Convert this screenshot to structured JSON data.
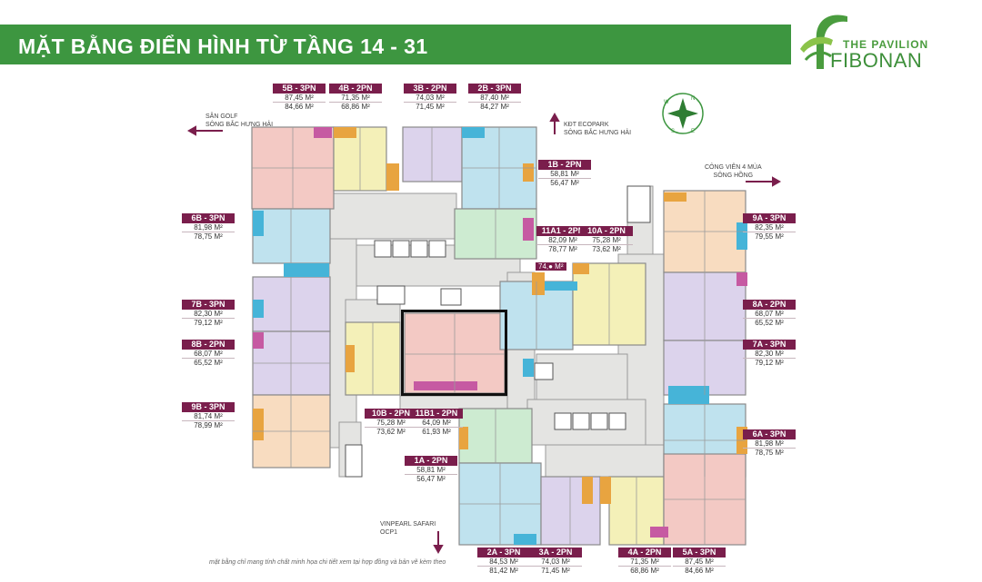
{
  "header": {
    "title": "MẶT BẰNG ĐIỂN HÌNH TỪ TẦNG 14 - 31"
  },
  "brand": {
    "top_line": "THE PAVILION",
    "name": "FIBONAN",
    "color": "#3d9640",
    "accent": "#7a1e4c"
  },
  "units": [
    {
      "id": "5B",
      "name": "5B - 3PN",
      "area1": "87,45 M²",
      "area2": "84,66 M²"
    },
    {
      "id": "4B",
      "name": "4B - 2PN",
      "area1": "71,35 M²",
      "area2": "68,86 M²"
    },
    {
      "id": "3B",
      "name": "3B - 2PN",
      "area1": "74,03 M²",
      "area2": "71,45 M²"
    },
    {
      "id": "2B",
      "name": "2B - 3PN",
      "area1": "87,40 M²",
      "area2": "84,27 M²"
    },
    {
      "id": "1B",
      "name": "1B - 2PN",
      "area1": "58,81 M²",
      "area2": "56,47 M²"
    },
    {
      "id": "6B",
      "name": "6B - 3PN",
      "area1": "81,98 M²",
      "area2": "78,75 M²"
    },
    {
      "id": "11A1",
      "name": "11A1 - 2PN",
      "area1": "82,09 M²",
      "area2": "78,77 M²"
    },
    {
      "id": "10A",
      "name": "10A - 2PN",
      "area1": "75,28 M²",
      "area2": "73,62 M²"
    },
    {
      "id": "9A",
      "name": "9A - 3PN",
      "area1": "82,35 M²",
      "area2": "79,55 M²"
    },
    {
      "id": "7B",
      "name": "7B - 3PN",
      "area1": "82,30 M²",
      "area2": "79,12 M²"
    },
    {
      "id": "8B",
      "name": "8B - 2PN",
      "area1": "68,07 M²",
      "area2": "65,52 M²"
    },
    {
      "id": "8A",
      "name": "8A - 2PN",
      "area1": "68,07 M²",
      "area2": "65,52 M²"
    },
    {
      "id": "7A",
      "name": "7A - 3PN",
      "area1": "82,30 M²",
      "area2": "79,12 M²"
    },
    {
      "id": "9B",
      "name": "9B - 3PN",
      "area1": "81,74 M²",
      "area2": "78,99 M²"
    },
    {
      "id": "10B",
      "name": "10B - 2PN",
      "area1": "75,28 M²",
      "area2": "73,62 M²"
    },
    {
      "id": "11B1",
      "name": "11B1 - 2PN",
      "area1": "64,09 M²",
      "area2": "61,93 M²"
    },
    {
      "id": "6A",
      "name": "6A - 3PN",
      "area1": "81,98 M²",
      "area2": "78,75 M²"
    },
    {
      "id": "1A",
      "name": "1A - 2PN",
      "area1": "58,81 M²",
      "area2": "56,47 M²"
    },
    {
      "id": "2A",
      "name": "2A - 3PN",
      "area1": "84,53 M²",
      "area2": "81,42 M²"
    },
    {
      "id": "3A",
      "name": "3A - 2PN",
      "area1": "74,03 M²",
      "area2": "71,45 M²"
    },
    {
      "id": "4A",
      "name": "4A - 2PN",
      "area1": "71,35 M²",
      "area2": "68,86 M²"
    },
    {
      "id": "5A",
      "name": "5A - 3PN",
      "area1": "87,45 M²",
      "area2": "84,66 M²"
    }
  ],
  "partial_label": "74,● M²",
  "directions": {
    "golf": "SÂN GOLF\nSÔNG BẮC HƯNG HẢI",
    "ecopark": "KĐT ECOPARK\nSÔNG BẮC HƯNG HẢI",
    "park": "CÔNG VIÊN 4 MÙA\nSÔNG HỒNG",
    "safari": "VINPEARL SAFARI\nOCP1"
  },
  "compass_letters": {
    "n": "N",
    "s": "S",
    "e": "E",
    "w": "W"
  },
  "footnote": "mặt bằng chỉ mang tính chất minh họa chi tiết xem tại hợp đồng và bản vẽ kèm theo",
  "colors": {
    "pink": "#f3c9c4",
    "yellow": "#f4f0b8",
    "lilac": "#dcd3ec",
    "cyan": "#bfe2ee",
    "mint": "#cdebd1",
    "peach": "#f8dcc0",
    "grey": "#e7e7e5",
    "wall": "#8a8a8a",
    "blue": "#46b4d8",
    "orange": "#e8a440",
    "magenta": "#c65aa2"
  }
}
